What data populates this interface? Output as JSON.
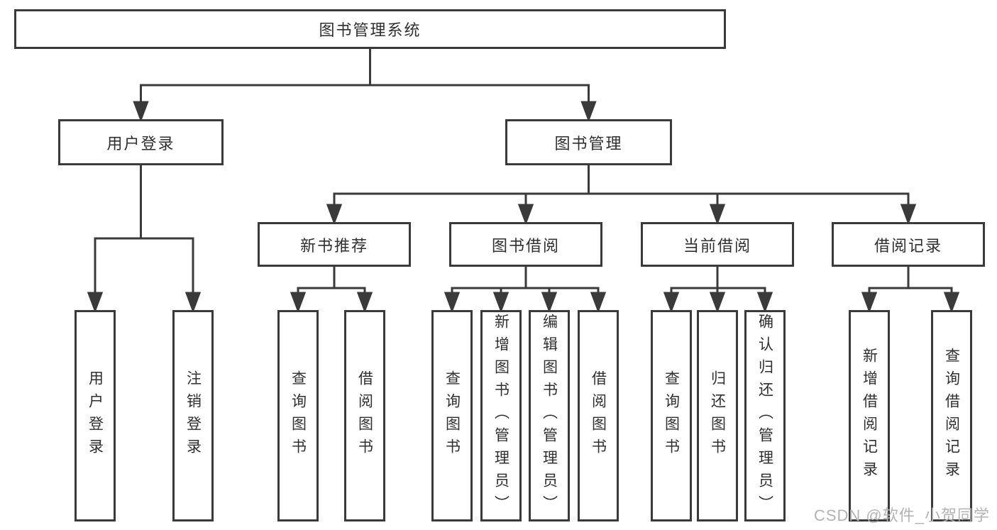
{
  "diagram": {
    "title": "图书管理系统",
    "colors": {
      "line": "#3a3a3a",
      "text": "#2f2f2f",
      "box_background": "#ffffff",
      "watermark": "#b3b3b3"
    },
    "nodes": {
      "root": {
        "label": "图书管理系统"
      },
      "user_login": {
        "label": "用户登录"
      },
      "book_mgmt": {
        "label": "图书管理"
      },
      "new_book_rec": {
        "label": "新书推荐"
      },
      "book_borrow": {
        "label": "图书借阅"
      },
      "current_borrow": {
        "label": "当前借阅"
      },
      "borrow_records": {
        "label": "借阅记录"
      },
      "leaf_user_login": {
        "label": "用户登录"
      },
      "leaf_logout": {
        "label": "注销登录"
      },
      "leaf_nbr_query_book": {
        "label": "查询图书"
      },
      "leaf_nbr_borrow_book": {
        "label": "借阅图书"
      },
      "leaf_bb_query_book": {
        "label": "查询图书"
      },
      "leaf_bb_add_book": {
        "label": "新增图书（管理员）"
      },
      "leaf_bb_edit_book": {
        "label": "编辑图书（管理员）"
      },
      "leaf_bb_borrow_book": {
        "label": "借阅图书"
      },
      "leaf_cb_query_book": {
        "label": "查询图书"
      },
      "leaf_cb_return_book": {
        "label": "归还图书"
      },
      "leaf_cb_confirm_return": {
        "label": "确认归还（管理员）"
      },
      "leaf_br_add_record": {
        "label": "新增借阅记录"
      },
      "leaf_br_query_record": {
        "label": "查询借阅记录"
      }
    },
    "watermark": "CSDN @软件_小贺同学"
  }
}
